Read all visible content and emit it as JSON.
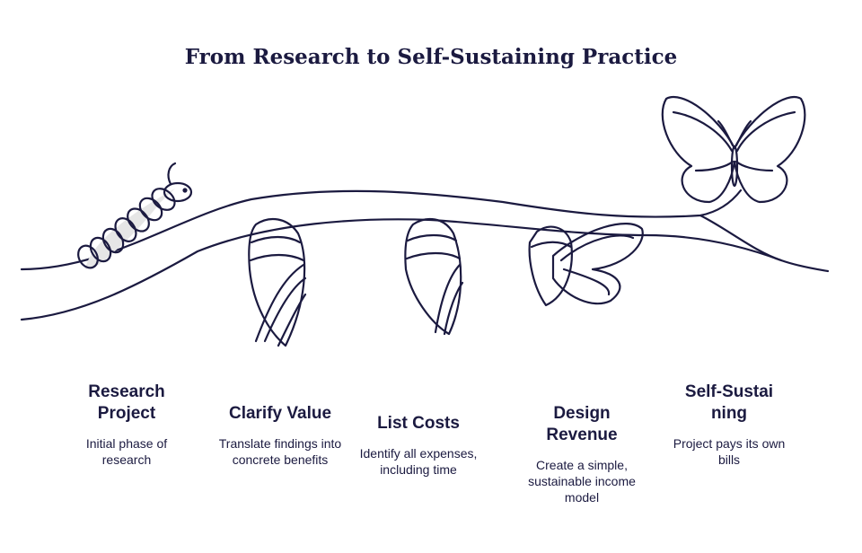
{
  "title": "From Research to Self-Sustaining Practice",
  "stages": [
    {
      "heading": "Research Project",
      "description": "Initial phase of research",
      "icon": "caterpillar"
    },
    {
      "heading": "Clarify Value",
      "description": "Translate findings into concrete benefits",
      "icon": "cocoon"
    },
    {
      "heading": "List Costs",
      "description": "Identify all expenses, including time",
      "icon": "cocoon"
    },
    {
      "heading": "Design Revenue",
      "description": "Create a simple, sustainable income model",
      "icon": "emerging-butterfly"
    },
    {
      "heading": "Self-Sustaining",
      "description": "Project pays its own bills",
      "icon": "butterfly"
    }
  ],
  "colors": {
    "ink": "#1b1a40",
    "shadow": "#e6e6e6"
  }
}
